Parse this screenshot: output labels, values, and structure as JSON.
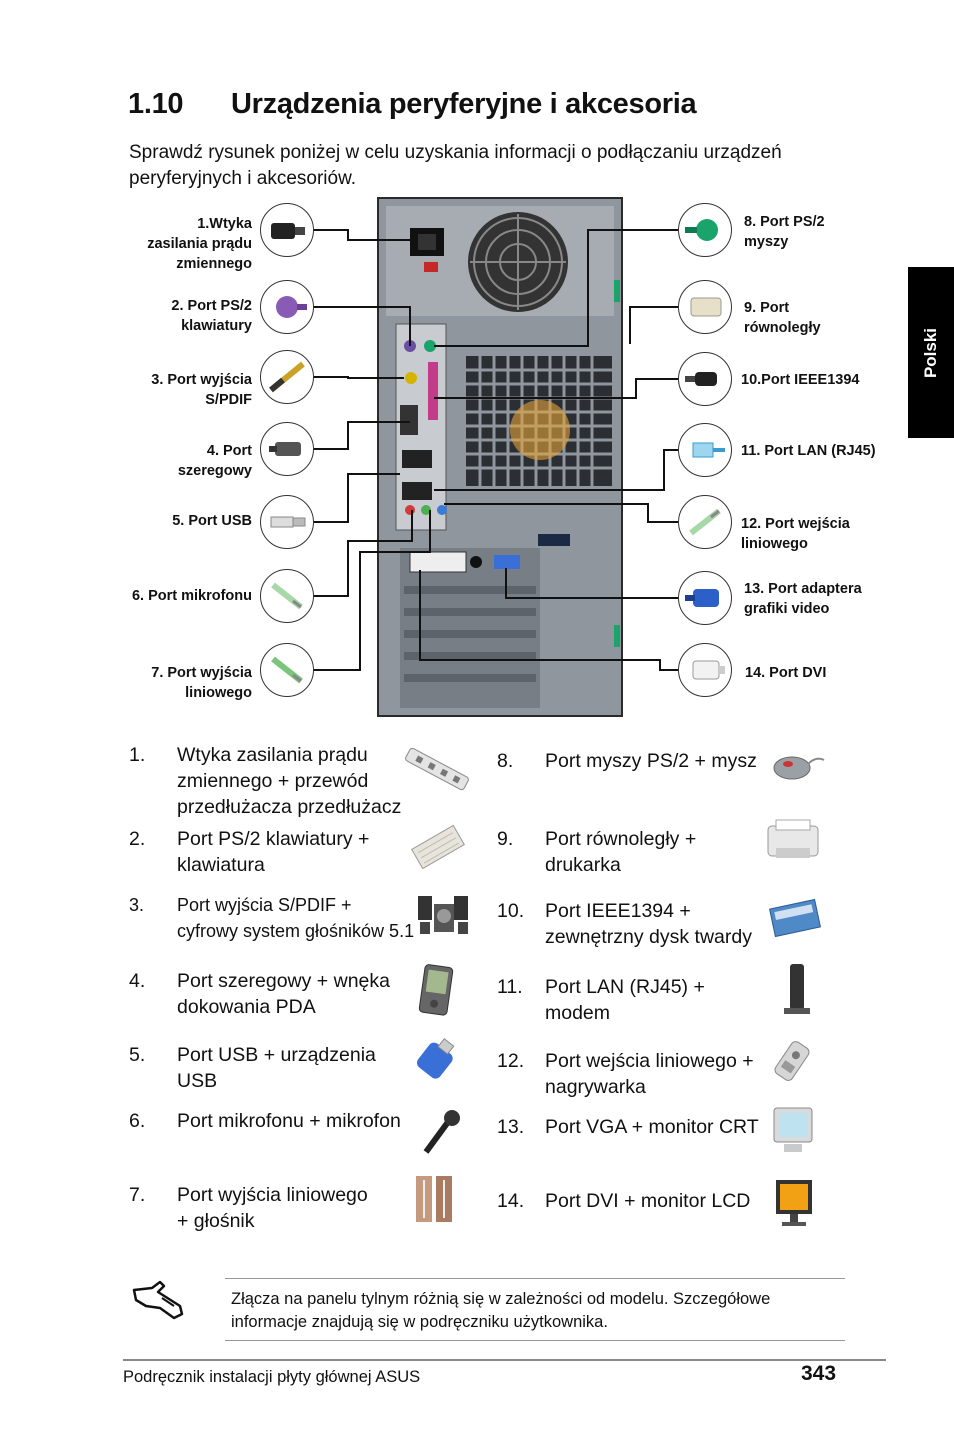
{
  "heading": {
    "number": "1.10",
    "title": "Urządzenia peryferyjne i akcesoria"
  },
  "intro": "Sprawdź rysunek poniżej w celu uzyskania informacji o podłączaniu urządzeń peryferyjnych i akcesoriów.",
  "side_tab": "Polski",
  "diagram_labels_left": [
    {
      "lines": [
        "1.Wtyka",
        "zasilania prądu",
        "zmiennego"
      ]
    },
    {
      "lines": [
        "2. Port PS/2",
        "klawiatury"
      ]
    },
    {
      "lines": [
        "3. Port wyjścia",
        "S/PDIF"
      ]
    },
    {
      "lines": [
        "4. Port",
        "szeregowy"
      ]
    },
    {
      "lines": [
        "5. Port USB"
      ]
    },
    {
      "lines": [
        "6. Port mikrofonu"
      ]
    },
    {
      "lines": [
        "7. Port wyjścia",
        "liniowego"
      ]
    }
  ],
  "diagram_labels_right": [
    {
      "lines": [
        "8. Port PS/2",
        "myszy"
      ]
    },
    {
      "lines": [
        "9. Port",
        "równoległy"
      ]
    },
    {
      "lines": [
        "10.Port IEEE1394"
      ]
    },
    {
      "lines": [
        "11. Port LAN (RJ45)"
      ]
    },
    {
      "lines": [
        "12. Port wejścia",
        "liniowego"
      ]
    },
    {
      "lines": [
        "13. Port adaptera",
        "grafiki video"
      ]
    },
    {
      "lines": [
        "14. Port DVI"
      ]
    }
  ],
  "items_left": [
    {
      "num": "1.",
      "lines": [
        "Wtyka zasilania prądu",
        "zmiennego + przewód",
        "przedłużacza przedłużacz"
      ]
    },
    {
      "num": "2.",
      "lines": [
        "Port PS/2 klawiatury +",
        "klawiatura"
      ]
    },
    {
      "num": "3.",
      "lines": [
        "Port wyjścia S/PDIF +",
        "cyfrowy system głośników 5.1"
      ]
    },
    {
      "num": "4.",
      "lines": [
        "Port szeregowy + wnęka",
        "dokowania PDA"
      ]
    },
    {
      "num": "5.",
      "lines": [
        "Port USB + urządzenia",
        "USB"
      ]
    },
    {
      "num": "6.",
      "lines": [
        "Port mikrofonu + mikrofon"
      ]
    },
    {
      "num": "7.",
      "lines": [
        "Port wyjścia liniowego",
        "+ głośnik"
      ]
    }
  ],
  "items_right": [
    {
      "num": "8.",
      "lines": [
        "Port myszy PS/2 + mysz"
      ]
    },
    {
      "num": "9.",
      "lines": [
        "Port równoległy +",
        "drukarka"
      ]
    },
    {
      "num": "10.",
      "lines": [
        "Port IEEE1394 +",
        "zewnętrzny dysk twardy"
      ]
    },
    {
      "num": "11.",
      "lines": [
        "Port LAN (RJ45) +",
        "modem"
      ]
    },
    {
      "num": "12.",
      "lines": [
        "Port wejścia liniowego +",
        "nagrywarka"
      ]
    },
    {
      "num": "13.",
      "lines": [
        "Port VGA + monitor CRT"
      ]
    },
    {
      "num": "14.",
      "lines": [
        "Port DVI + monitor LCD"
      ]
    }
  ],
  "note": "Złącza na panelu tylnym różnią się w zależności od modelu. Szczegółowe informacje znajdują się w podręczniku użytkownika.",
  "footer": {
    "text": "Podręcznik instalacji płyty głównej ASUS",
    "page": "343"
  },
  "colors": {
    "tab_bg": "#000000",
    "case_gray": "#8e959c",
    "connector_green": "#1aa36b",
    "connector_purple": "#8a5bb5"
  }
}
